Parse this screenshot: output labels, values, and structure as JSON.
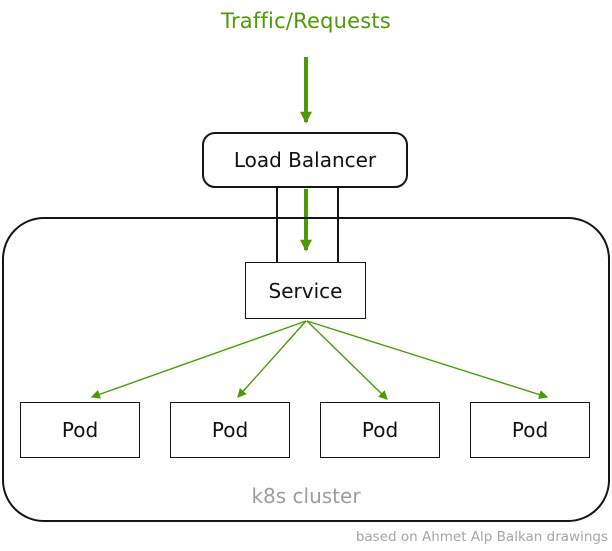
{
  "diagram": {
    "title": "Traffic/Requests",
    "nodes": {
      "load_balancer": {
        "label": "Load Balancer"
      },
      "service": {
        "label": "Service"
      },
      "pods": [
        {
          "label": "Pod"
        },
        {
          "label": "Pod"
        },
        {
          "label": "Pod"
        },
        {
          "label": "Pod"
        }
      ],
      "cluster": {
        "label": "k8s cluster"
      }
    },
    "edges": {
      "traffic_to_load_balancer": "green-arrow",
      "load_balancer_to_service": "two-black-lines-plus-green-arrow",
      "service_to_pods": "four-green-arrows"
    },
    "attribution": "based on Ahmet Alp Balkan drawings",
    "colors": {
      "accent_green": "#4c9a06",
      "muted_gray": "#9d9d9d",
      "stroke_black": "#141414",
      "background": "#ffffff"
    }
  }
}
